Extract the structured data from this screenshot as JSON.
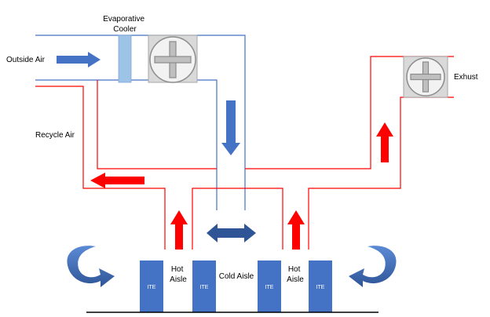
{
  "labels": {
    "evaporative_cooler": [
      "Evaporative",
      "Cooler"
    ],
    "outside_air": "Outside Air",
    "recycle_air": "Recycle Air",
    "exhaust": "Exhust",
    "hot_aisle_left": [
      "Hot",
      "Aisle"
    ],
    "cold_aisle": "Cold Aisle",
    "hot_aisle_right": [
      "Hot",
      "Aisle"
    ],
    "ite": "ITE"
  },
  "colors": {
    "cold_path": "#4472C4",
    "hot_path": "#FF0000",
    "arrow_blue": "#4472C4",
    "ite_box": "#4472C4",
    "fan_box": "#D9D9D9",
    "cooler_pad": "#9DC3E6",
    "floor": "#000000"
  },
  "icons": [
    "fan-icon",
    "fan-icon",
    "rotating-arrow-icon",
    "rotating-arrow-icon"
  ]
}
